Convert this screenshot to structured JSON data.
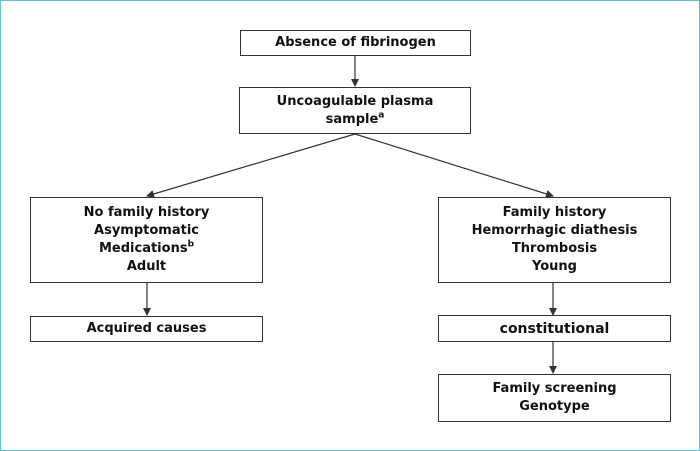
{
  "diagram": {
    "top": {
      "label": "Absence of fibrinogen"
    },
    "sample": {
      "line1": "Uncoagulable plasma",
      "line2": "sample",
      "note": "a"
    },
    "left_branch": {
      "line1": "No family history",
      "line2": "Asymptomatic",
      "line3": "Medications",
      "line3_note": "b",
      "line4": "Adult",
      "outcome": "Acquired causes"
    },
    "right_branch": {
      "line1": "Family history",
      "line2": "Hemorrhagic diathesis",
      "line3": "Thrombosis",
      "line4": "Young",
      "outcome": "constitutional",
      "next_line1": "Family screening",
      "next_line2": "Genotype"
    }
  },
  "colors": {
    "frame": "#5ec3d6",
    "line": "#333333"
  }
}
